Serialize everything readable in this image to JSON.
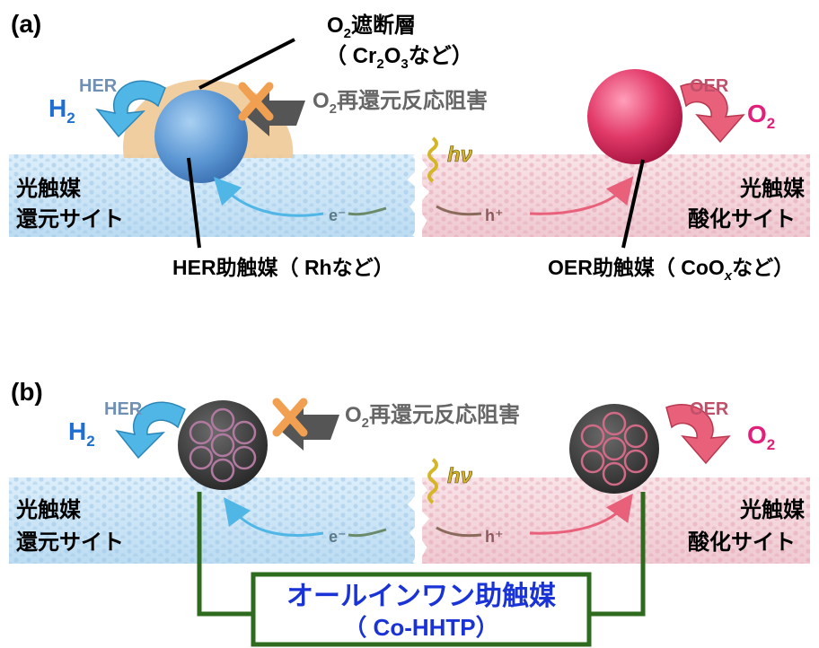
{
  "panel_a": {
    "letter": "(a)",
    "o2_layer_title_prefix": "O",
    "o2_layer_title_sub": "2",
    "o2_layer_title_rest": "遮断層",
    "o2_layer_example_prefix": "（ Cr",
    "o2_layer_example_sub1": "2",
    "o2_layer_example_mid": "O",
    "o2_layer_example_sub2": "3",
    "o2_layer_example_rest": "など）",
    "h2_main": "H",
    "h2_sub": "2",
    "her": "HER",
    "o2_inhibit_prefix": "O",
    "o2_inhibit_sub": "2",
    "o2_inhibit_rest": "再還元反応阻害",
    "oer": "OER",
    "o2_main": "O",
    "o2_sub": "2",
    "hv": "hν",
    "electron": "e⁻",
    "hole": "h⁺",
    "left_site_line1": "光触媒",
    "left_site_line2": "還元サイト",
    "right_site_line1": "光触媒",
    "right_site_line2": "酸化サイト",
    "her_cocatalyst": "HER助触媒（ Rhなど）",
    "oer_cocatalyst_prefix": "OER助触媒（ CoO",
    "oer_cocatalyst_sub": "x",
    "oer_cocatalyst_rest": "など）"
  },
  "panel_b": {
    "letter": "(b)",
    "h2_main": "H",
    "h2_sub": "2",
    "her": "HER",
    "o2_inhibit_prefix": "O",
    "o2_inhibit_sub": "2",
    "o2_inhibit_rest": "再還元反応阻害",
    "oer": "OER",
    "o2_main": "O",
    "o2_sub": "2",
    "hv": "hν",
    "electron": "e⁻",
    "hole": "h⁺",
    "left_site_line1": "光触媒",
    "left_site_line2": "還元サイト",
    "right_site_line1": "光触媒",
    "right_site_line2": "酸化サイト",
    "allinone_line1": "オールインワン助触媒",
    "allinone_line2": "（ Co-HHTP）"
  },
  "colors": {
    "h2_blue": "#1e6fcf",
    "o2_pink": "#e0207a",
    "her_arrow": "#4fb6e6",
    "oer_arrow": "#e8607a",
    "allinone_text": "#1a33d6",
    "allinone_box": "#2e6b1f"
  }
}
